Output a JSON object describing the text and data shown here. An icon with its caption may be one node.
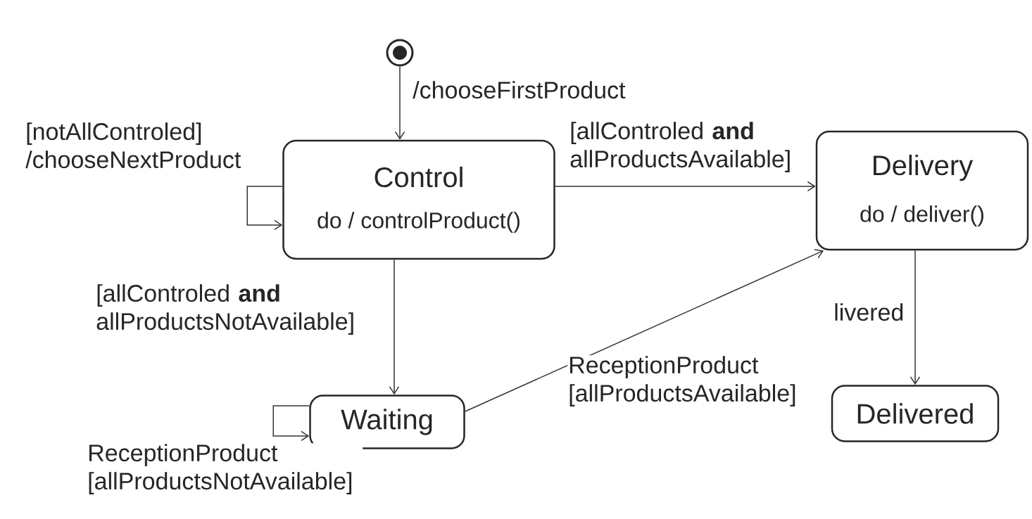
{
  "diagram": {
    "nodes": [
      {
        "text": [],
        "shape": "circle"
      },
      {
        "text": [
          "Control",
          "do / controlProduct()"
        ]
      },
      {
        "text": [
          "Delivery",
          "do / deliver()"
        ]
      },
      {
        "text": [
          "Waiting"
        ]
      },
      {
        "text": [
          "Delivered"
        ]
      }
    ],
    "edges": [
      {
        "from": 0,
        "to": 1,
        "arrow": "to",
        "label": "/chooseFirstProduct"
      },
      {
        "from": 1,
        "to": 1,
        "arrow": "to",
        "label": "[notAllControled] /chooseNextProduct"
      },
      {
        "from": 1,
        "to": 2,
        "arrow": "to",
        "label": "[allControled **and** allProductsAvailable]"
      },
      {
        "from": 1,
        "to": 3,
        "arrow": "to",
        "label": "[allControled **and** allProductsNotAvailable]"
      },
      {
        "from": 3,
        "to": 3,
        "arrow": "to",
        "label": "ReceptionProduct [allProductsNotAvailable]"
      },
      {
        "from": 3,
        "to": 2,
        "arrow": "to",
        "label": "ReceptionProduct [allProductsAvailable]"
      },
      {
        "from": 2,
        "to": 4,
        "arrow": "to",
        "label": "livered"
      }
    ]
  }
}
